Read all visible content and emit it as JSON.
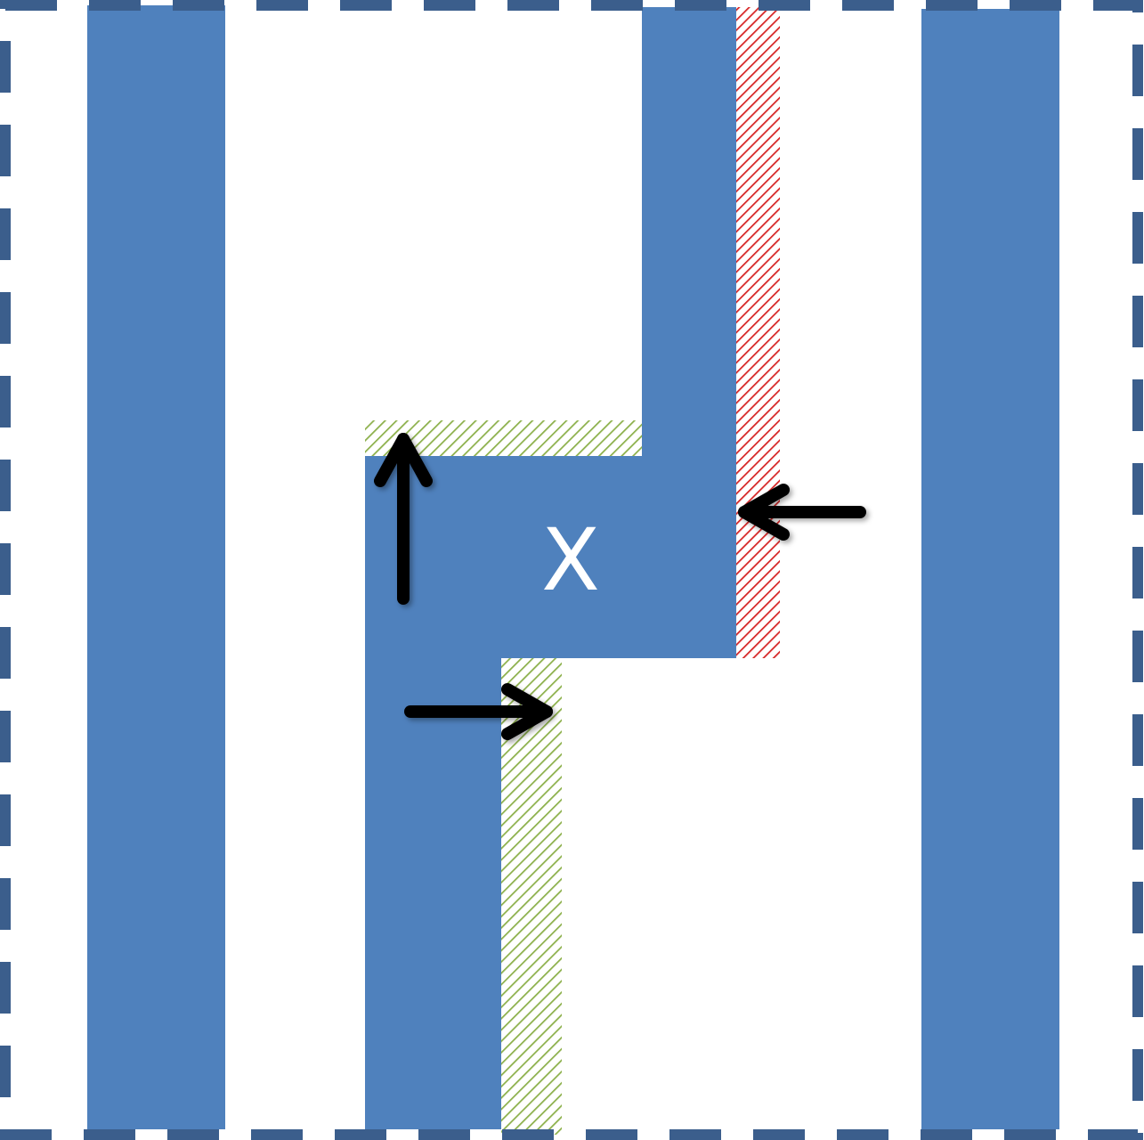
{
  "label": "X",
  "colors": {
    "background": "#ffffff",
    "border": "#3b5e8c",
    "column_fill": "#4f81bd",
    "label_text": "#ffffff",
    "hatch_green": "#8cb04a",
    "hatch_red": "#d62424",
    "arrow": "#000000"
  },
  "border_style": "dashed",
  "arrows": [
    {
      "name": "arrow-up",
      "direction": "up"
    },
    {
      "name": "arrow-left",
      "direction": "left"
    },
    {
      "name": "arrow-right",
      "direction": "right"
    }
  ]
}
